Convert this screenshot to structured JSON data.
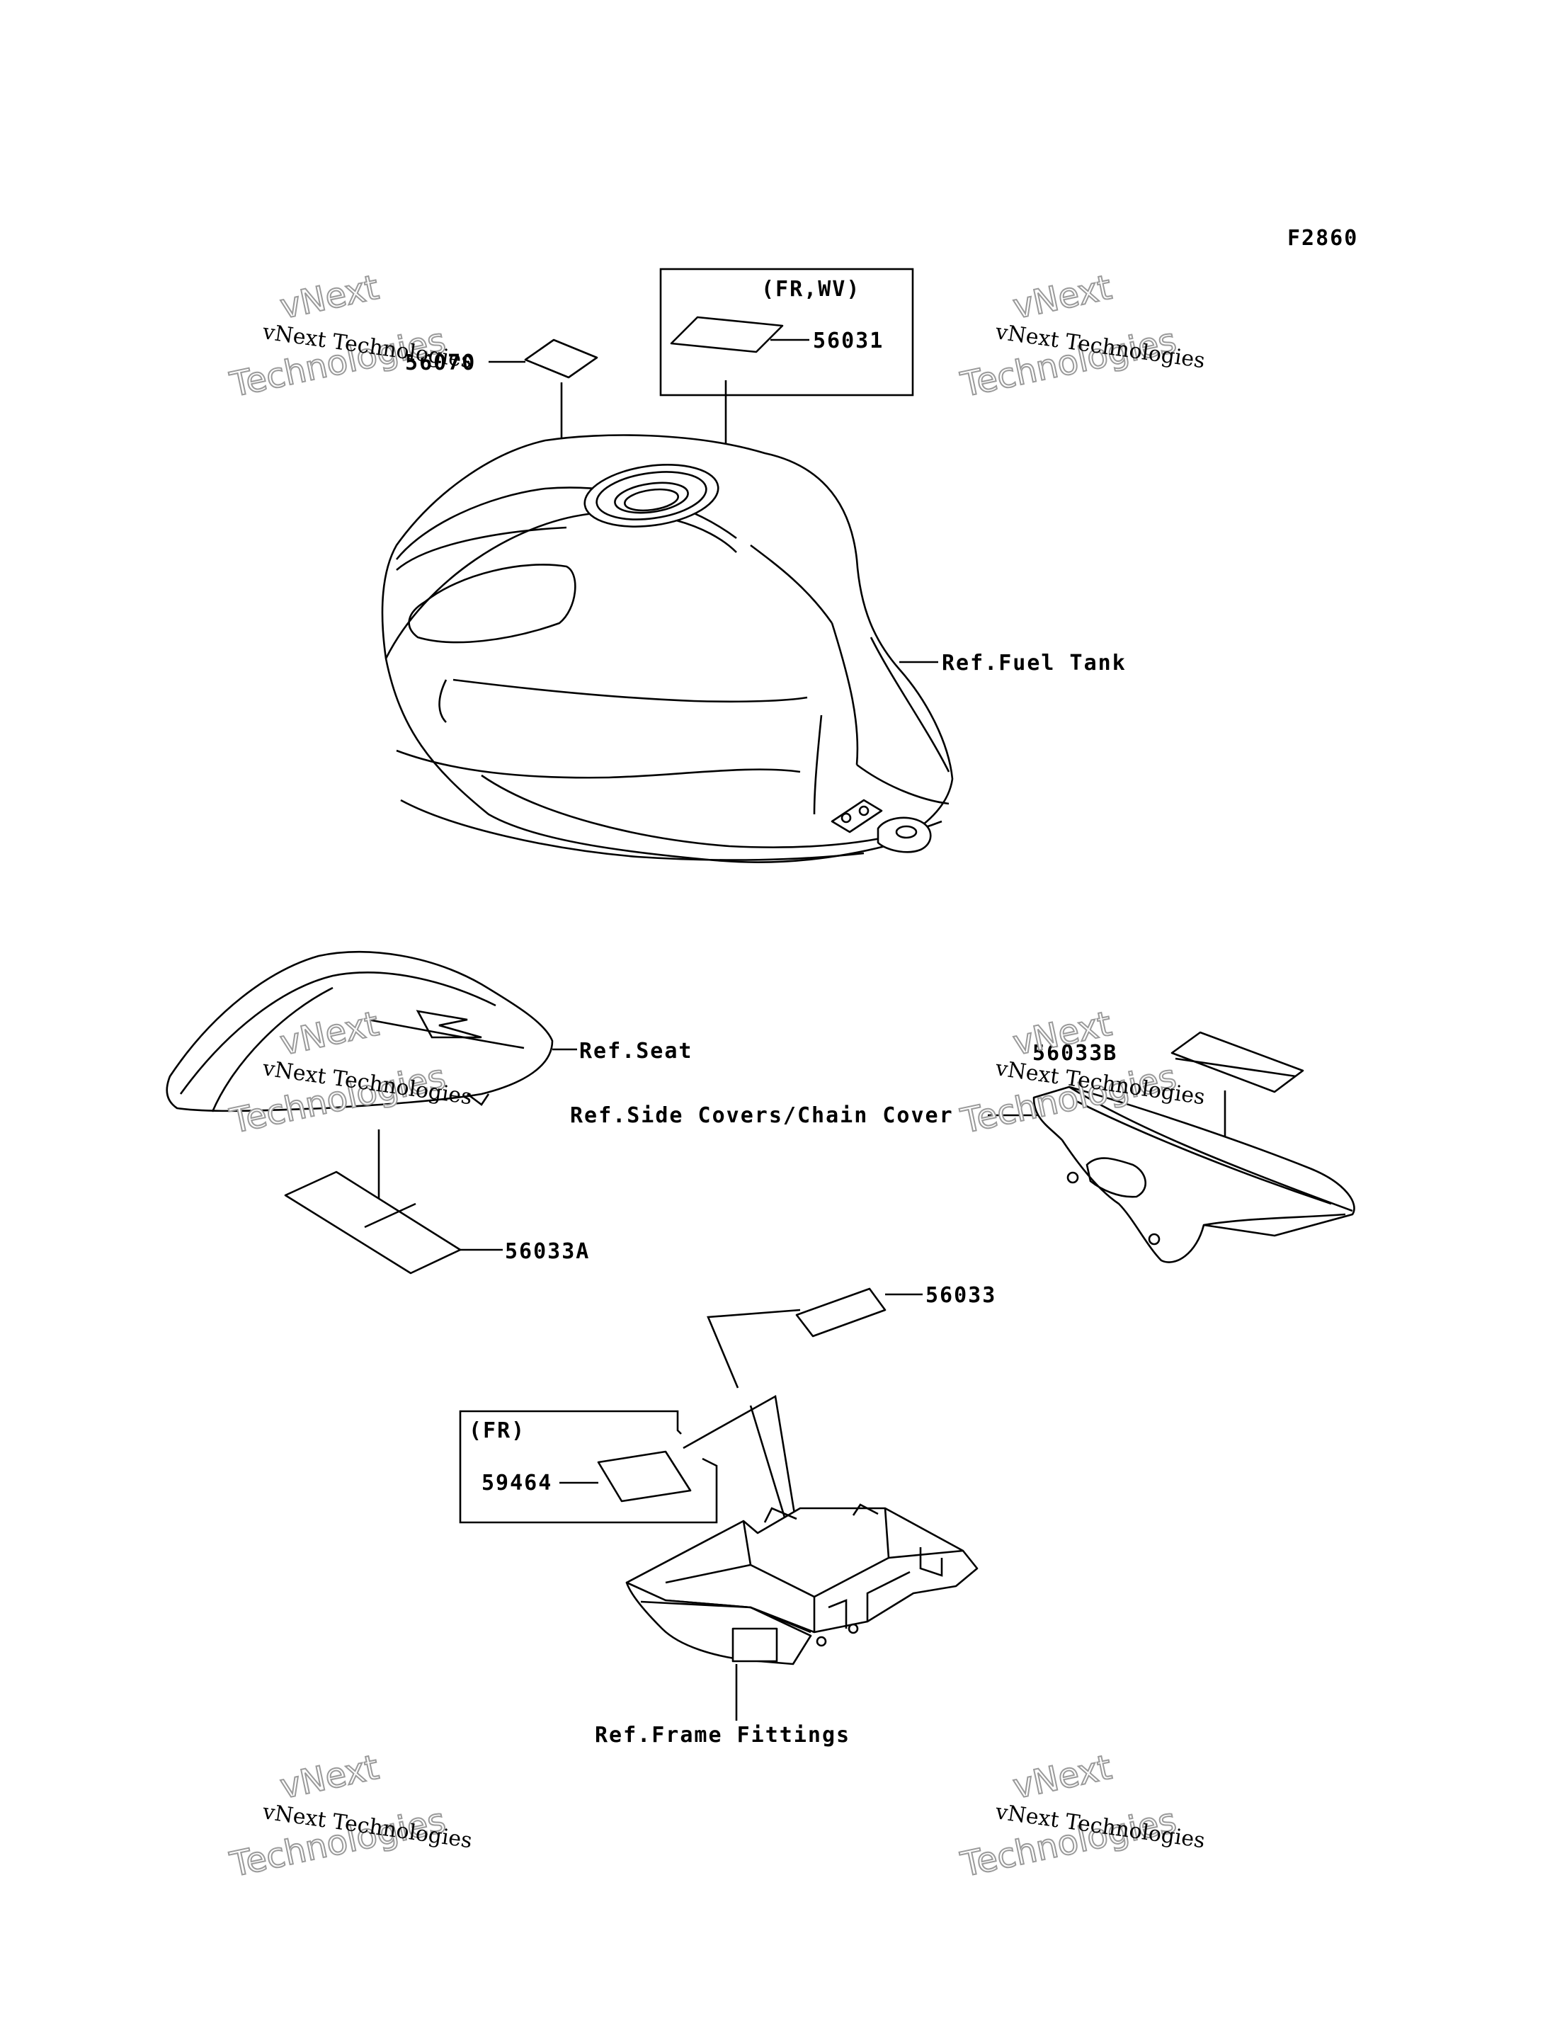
{
  "figure_code": "F2860",
  "labels": {
    "fr_wv": "(FR,WV)",
    "p56031": "56031",
    "p56070": "56070",
    "fuel_tank": "Ref.Fuel Tank",
    "seat": "Ref.Seat",
    "side_covers": "Ref.Side Covers/Chain Cover",
    "p56033B": "56033B",
    "p56033A": "56033A",
    "p56033": "56033",
    "fr": "(FR)",
    "p59464": "59464",
    "frame_fittings": "Ref.Frame Fittings"
  },
  "watermark": {
    "line1": "vNext Technologies",
    "line2a": "vNext",
    "line2b": "Technologies"
  }
}
